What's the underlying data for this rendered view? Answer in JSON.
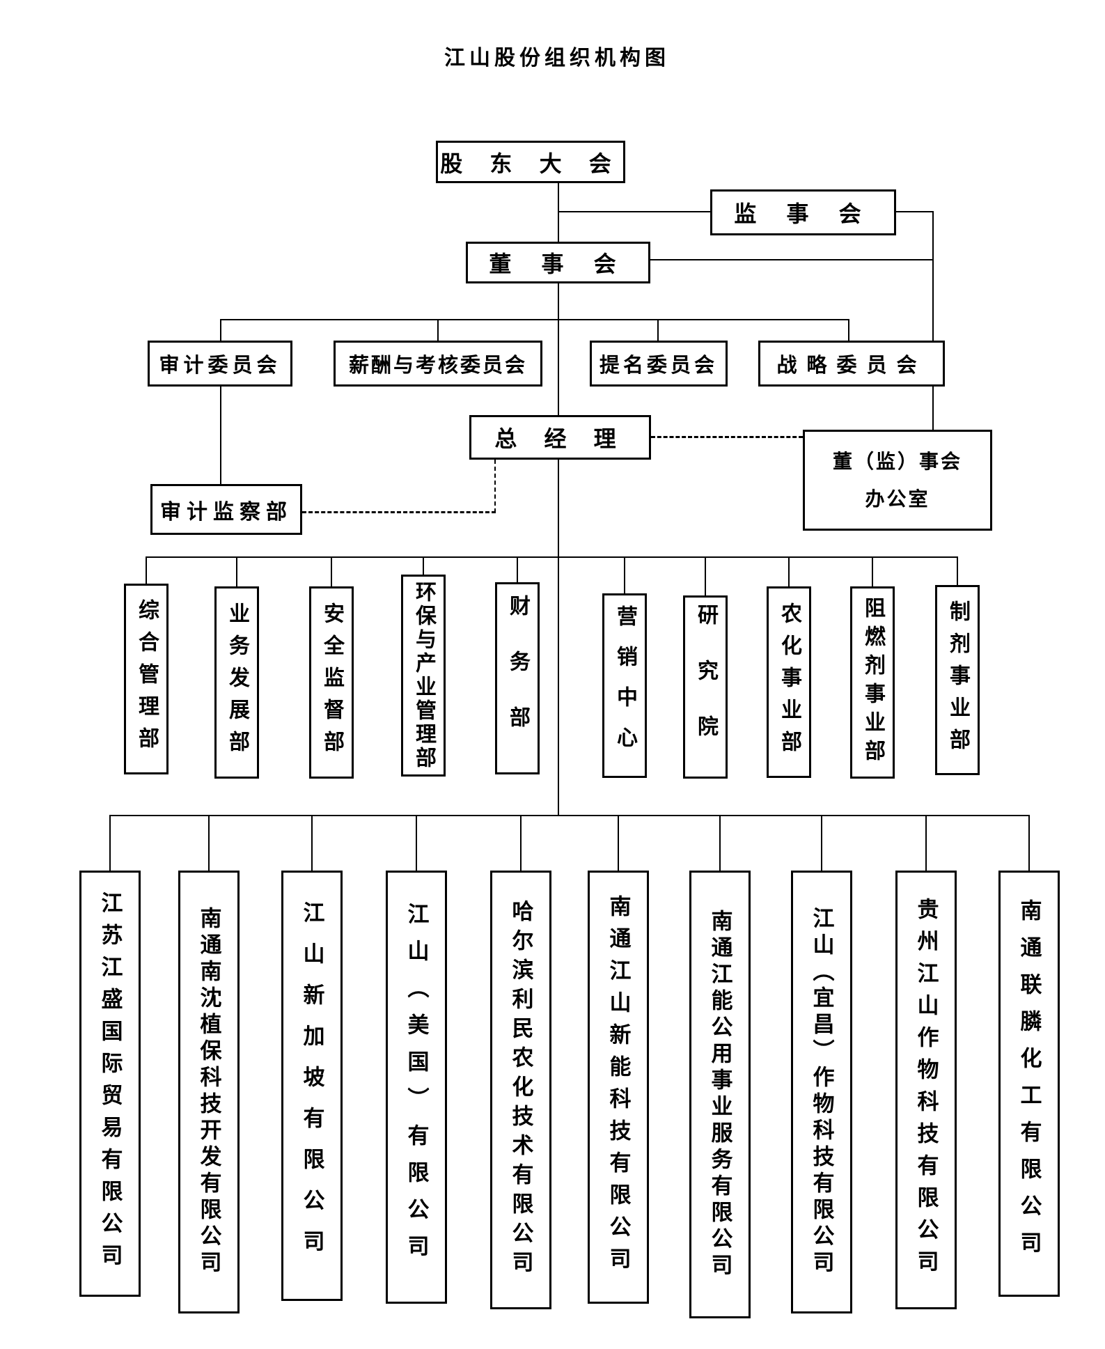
{
  "title": "江山股份组织机构图",
  "colors": {
    "background": "#ffffff",
    "line": "#000000",
    "box_border": "#000000",
    "text": "#000000"
  },
  "nodes": {
    "shareholders_meeting": "股 东 大 会",
    "supervisory_board": "监 事 会",
    "board_of_directors": "董 事 会",
    "general_manager": "总 经 理",
    "audit_supervision_dept": "审计监察部",
    "board_office": {
      "line1": "董（监）事会",
      "line2": "办公室"
    }
  },
  "committees": [
    "审计委员会",
    "薪酬与考核委员会",
    "提名委员会",
    "战略委员会"
  ],
  "departments": [
    "综合管理部",
    "业务发展部",
    "安全监督部",
    "环保与产业管理部",
    "财务部",
    "营销中心",
    "研究院",
    "农化事业部",
    "阻燃剂事业部",
    "制剂事业部"
  ],
  "subsidiaries": [
    "江苏江盛国际贸易有限公司",
    "南通南沈植保科技开发有限公司",
    "江山新加坡有限公司",
    "江山（美国）有限公司",
    "哈尔滨利民农化技术有限公司",
    "南通江山新能科技有限公司",
    "南通江能公用事业服务有限公司",
    "江山（宜昌）作物科技有限公司",
    "贵州江山作物科技有限公司",
    "南通联膦化工有限公司"
  ]
}
